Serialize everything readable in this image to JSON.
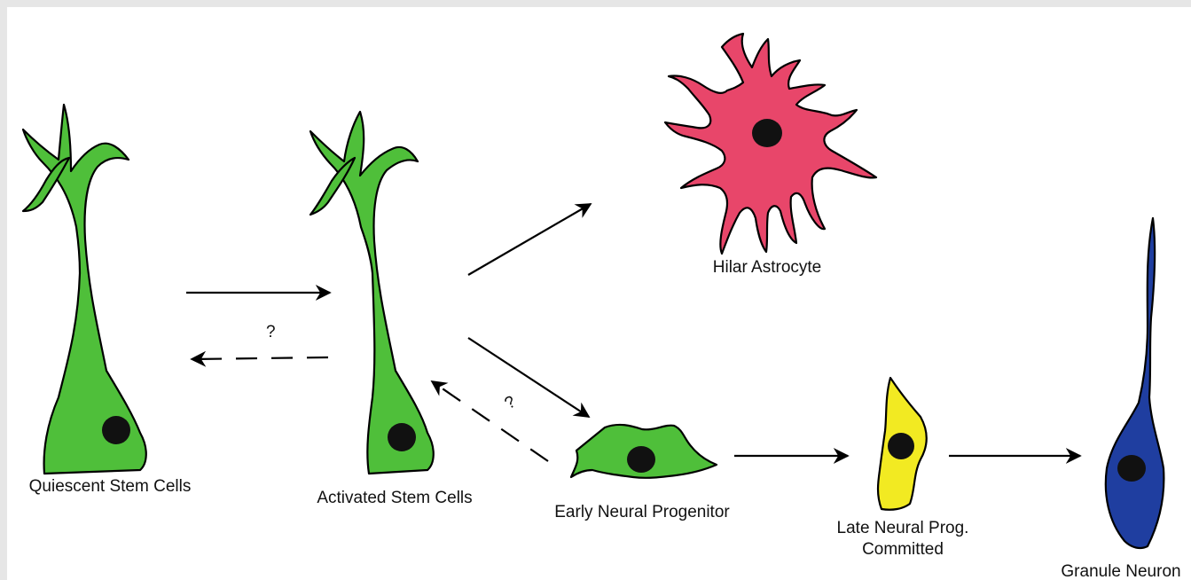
{
  "labels": {
    "quiescent": "Quiescent Stem Cells",
    "activated": "Activated Stem Cells",
    "astrocyte": "Hilar Astrocyte",
    "early_progenitor": "Early Neural Progenitor",
    "late_progenitor_line1": "Late Neural Prog.",
    "late_progenitor_line2": "Committed",
    "granule": "Granule Neuron"
  },
  "question_marks": {
    "reverse_activation": "?",
    "reverse_progenitor": "?"
  },
  "colors": {
    "stem_cell": "#4fbf3a",
    "astrocyte": "#e8466a",
    "late_progenitor": "#f2ea22",
    "granule_neuron": "#1f3ea0",
    "nucleus": "#111111"
  }
}
